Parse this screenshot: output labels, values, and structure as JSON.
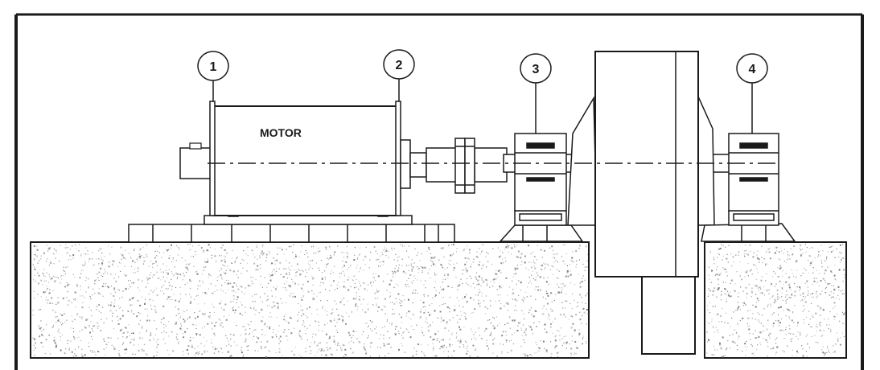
{
  "diagram": {
    "motor_label": "MOTOR",
    "callouts": [
      "1",
      "2",
      "3",
      "4"
    ]
  },
  "colors": {
    "stroke": "#1a1a1a",
    "fill": "#ffffff",
    "speckle": "#6a6a6a",
    "panel": "#f4f4f4"
  }
}
